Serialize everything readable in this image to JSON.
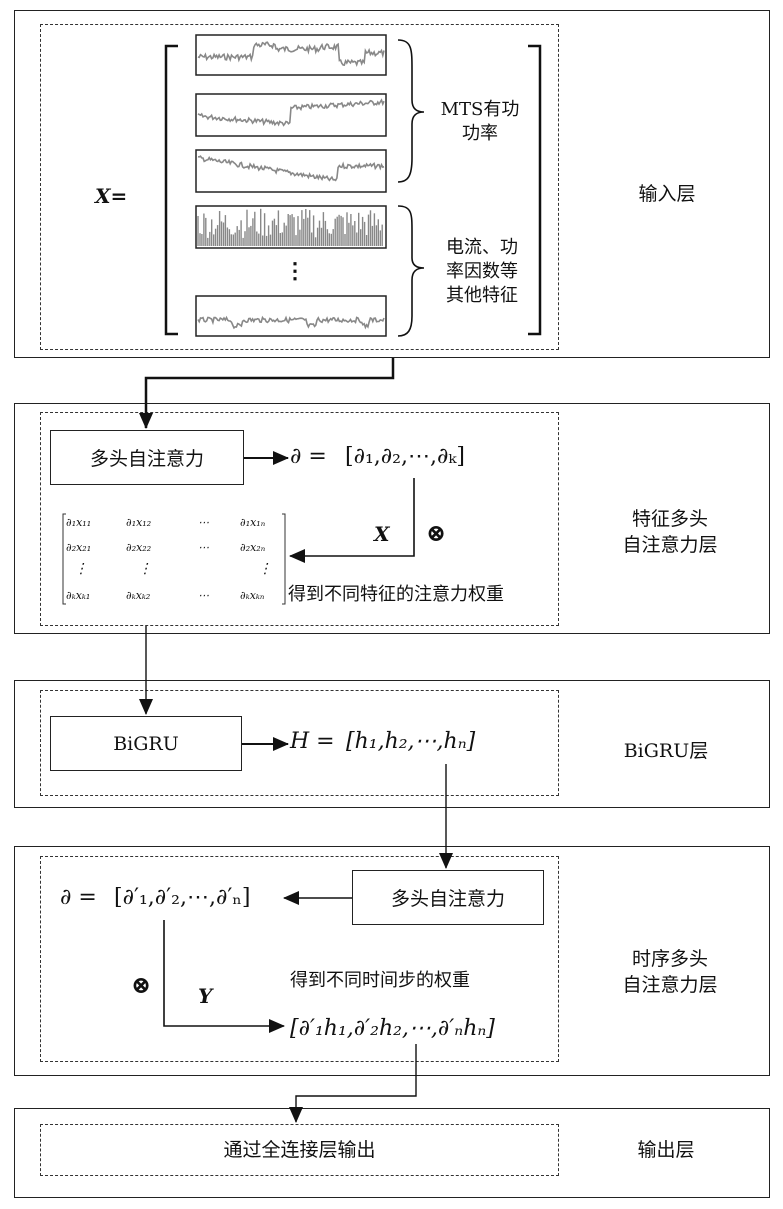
{
  "layers": {
    "input": {
      "name": "输入层",
      "x_label": "X=",
      "group1": [
        "MTS有功",
        "功率"
      ],
      "group2": [
        "电流、功",
        "率因数等",
        "其他特征"
      ],
      "vdots": "⋮"
    },
    "feature": {
      "name_lines": [
        "特征多头",
        "自注意力层"
      ],
      "box": "多头自注意力",
      "eq_lhs": "∂ =",
      "eq_rhs": "[∂₁,∂₂,⋯,∂ₖ]",
      "x_label": "X",
      "otimes": "⊗",
      "caption": "得到不同特征的注意力权重",
      "matrix": {
        "row1": [
          "∂₁x₁₁",
          "∂₁x₁₂",
          "⋯",
          "∂₁x₁ₙ"
        ],
        "row2": [
          "∂₂x₂₁",
          "∂₂x₂₂",
          "⋯",
          "∂₂x₂ₙ"
        ],
        "row3": [
          "⋮",
          "⋮",
          "",
          "⋮"
        ],
        "row4": [
          "∂ₖxₖ₁",
          "∂ₖxₖ₂",
          "⋯",
          "∂ₖxₖₙ"
        ]
      }
    },
    "bigru": {
      "name": "BiGRU层",
      "box": "BiGRU",
      "eq_lhs": "H =",
      "eq_rhs": "[h₁,h₂,⋯,hₙ]"
    },
    "temporal": {
      "name_lines": [
        "时序多头",
        "自注意力层"
      ],
      "box": "多头自注意力",
      "eq_lhs": "∂ =",
      "eq_rhs": "[∂′₁,∂′₂,⋯,∂′ₙ]",
      "otimes": "⊗",
      "y_label": "Y",
      "caption": "得到不同时间步的权重",
      "result": "[∂′₁h₁,∂′₂h₂,⋯,∂′ₙhₙ]"
    },
    "output": {
      "name": "输出层",
      "box": "通过全连接层输出"
    }
  }
}
